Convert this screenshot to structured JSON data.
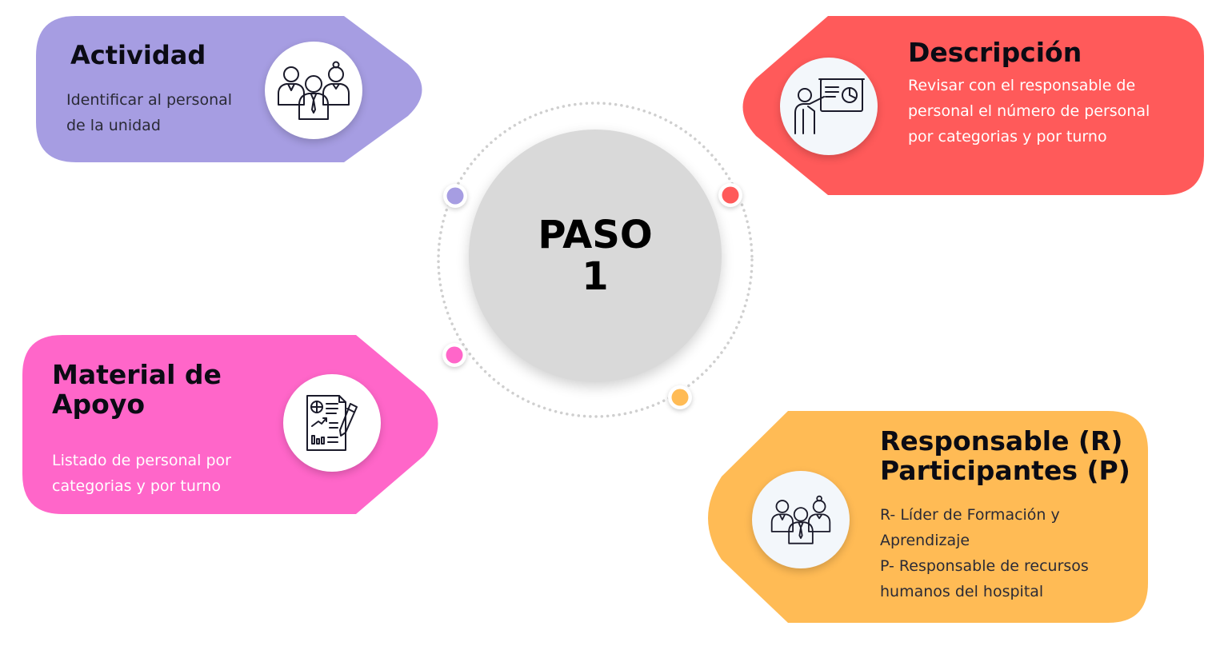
{
  "center": {
    "line1": "PASO",
    "line2": "1"
  },
  "colors": {
    "actividad": "#a69de2",
    "descripcion": "#ff5a5a",
    "material": "#ff66c9",
    "responsable": "#ffbb55",
    "center": "#d9d9d9"
  },
  "cards": {
    "actividad": {
      "title": "Actividad",
      "lines": [
        "Identificar al personal",
        "de la unidad"
      ],
      "icon": "team-icon"
    },
    "descripcion": {
      "title": "Descripción",
      "lines": [
        "Revisar con el responsable de",
        "personal el número de personal",
        "por categorias y por turno"
      ],
      "icon": "presentation-icon"
    },
    "material": {
      "title_lines": [
        "Material de",
        "Apoyo"
      ],
      "lines": [
        "Listado de personal por",
        "categorias y por turno"
      ],
      "icon": "report-document-icon"
    },
    "responsable": {
      "title_lines": [
        "Responsable (R)",
        "Participantes (P)"
      ],
      "lines": [
        "R- Líder  de Formación y",
        "Aprendizaje",
        "P-  Responsable de recursos",
        "humanos del hospital"
      ],
      "icon": "team-icon"
    }
  }
}
